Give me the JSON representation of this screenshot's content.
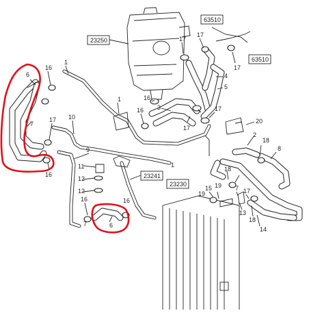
{
  "part_labels": {
    "l1a": "1",
    "l1b": "1",
    "l1c": "1",
    "l2": "2",
    "l3": "3",
    "l4": "4",
    "l5": "5",
    "l6a": "6",
    "l6b": "6",
    "l7a": "7",
    "l7b": "7",
    "l8": "8",
    "l9": "9",
    "l10": "10",
    "l11": "11",
    "l12a": "12",
    "l12b": "12",
    "l13": "13",
    "l14": "14",
    "l15": "15",
    "l16a": "16",
    "l16b": "16",
    "l16c": "16",
    "l16d": "16",
    "l16e": "16",
    "l16f": "16",
    "l17a": "17",
    "l17b": "17",
    "l17c": "17",
    "l17d": "17",
    "l17e": "17",
    "l17f": "17",
    "l18a": "18",
    "l18b": "18",
    "l18c": "18",
    "l19a": "19",
    "l19b": "19",
    "l20": "20"
  },
  "ref_boxes": {
    "r63510a": "63510",
    "r63510b": "63510",
    "r23250": "23250",
    "r23241": "23241",
    "r23230": "23230"
  },
  "colors": {
    "line": "#222222",
    "highlight": "#e0101a",
    "background": "#ffffff"
  }
}
